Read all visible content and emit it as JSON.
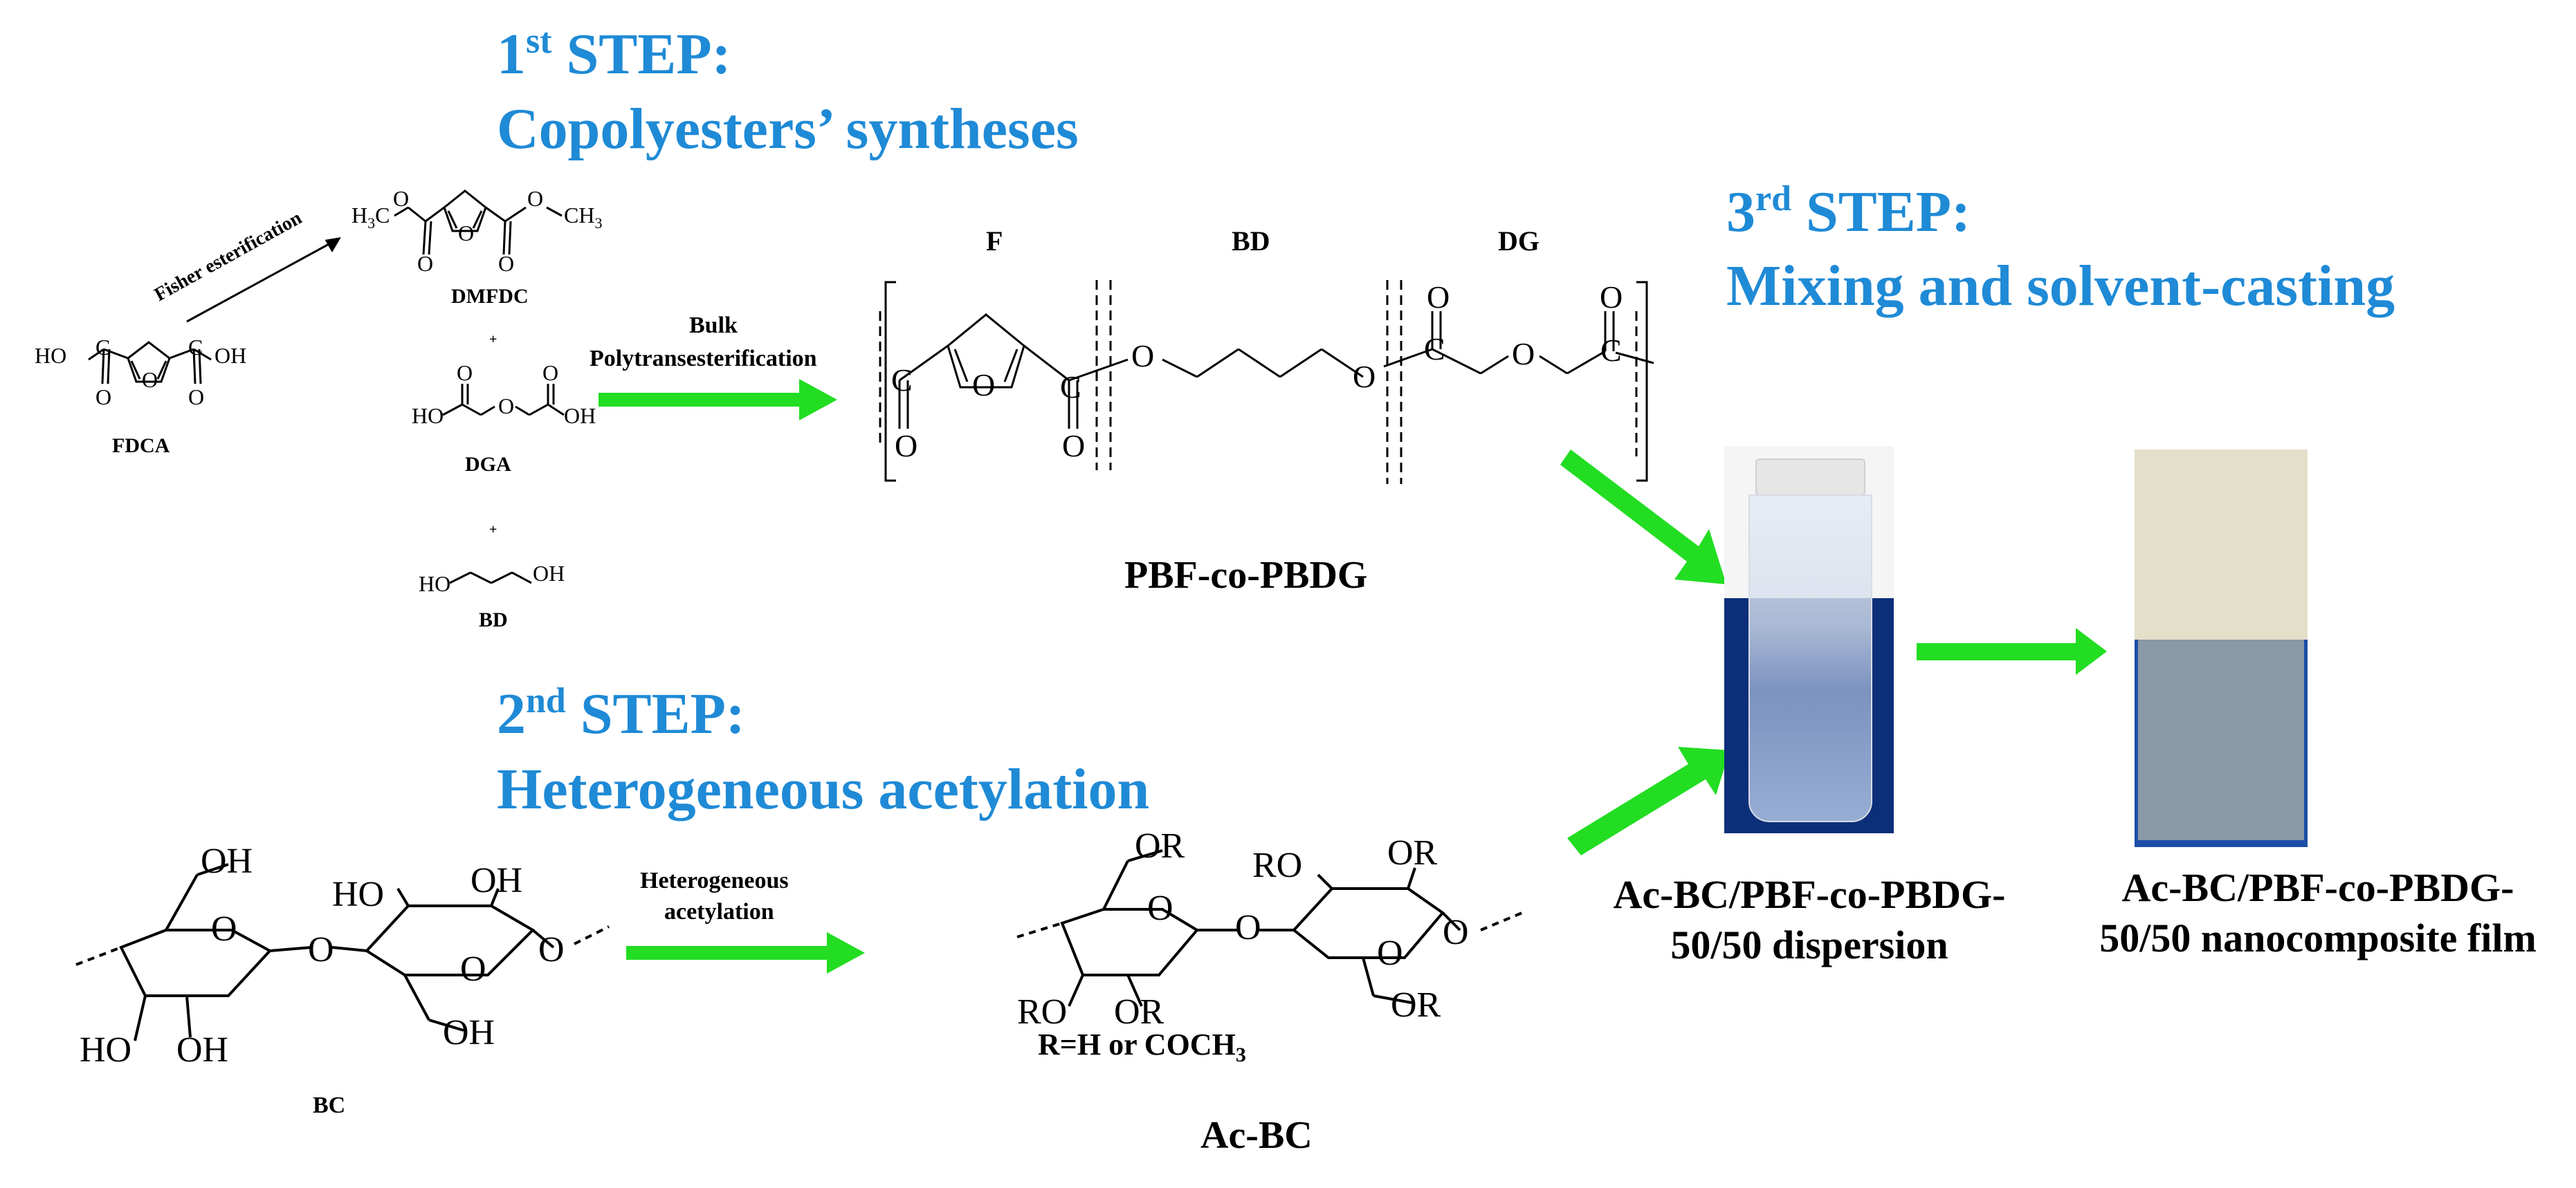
{
  "steps": {
    "step1": {
      "num": "1",
      "sup": "st",
      "word": "STEP:",
      "title": "Copolyesters’ syntheses"
    },
    "step2": {
      "num": "2",
      "sup": "nd",
      "word": "STEP:",
      "title": "Heterogeneous acetylation"
    },
    "step3": {
      "num": "3",
      "sup": "rd",
      "word": "STEP:",
      "title": "Mixing and solvent-casting"
    }
  },
  "reactions": {
    "fisher": "Fisher esterification",
    "bulk_line1": "Bulk",
    "bulk_line2": "Polytransesterification",
    "hetero_line1": "Heterogeneous",
    "hetero_line2": "acetylation"
  },
  "molecules": {
    "fdca": "FDCA",
    "dmfdc": "DMFDC",
    "dga": "DGA",
    "bd": "BD",
    "plus": "+",
    "bc": "BC",
    "acbc": "Ac-BC",
    "r_def": "R=H or COCH",
    "r_def_sub": "3",
    "polymer": "PBF-co-PBDG"
  },
  "segments": {
    "f": "F",
    "bd": "BD",
    "dg": "DG"
  },
  "atoms": {
    "o": "O",
    "oh": "OH",
    "ho": "HO",
    "or": "OR",
    "ro": "RO",
    "c": "C",
    "h3c": "H",
    "h3c_sub": "3",
    "h3c_c": "C",
    "ch3": "CH",
    "ch3_sub": "3"
  },
  "captions": {
    "dispersion_line1": "Ac-BC/PBF-co-PBDG-",
    "dispersion_line2": "50/50 dispersion",
    "film_line1": "Ac-BC/PBF-co-PBDG-",
    "film_line2": "50/50 nanocomposite film"
  },
  "colors": {
    "step_blue": "#1f8ad6",
    "arrow_green": "#22dd22"
  }
}
